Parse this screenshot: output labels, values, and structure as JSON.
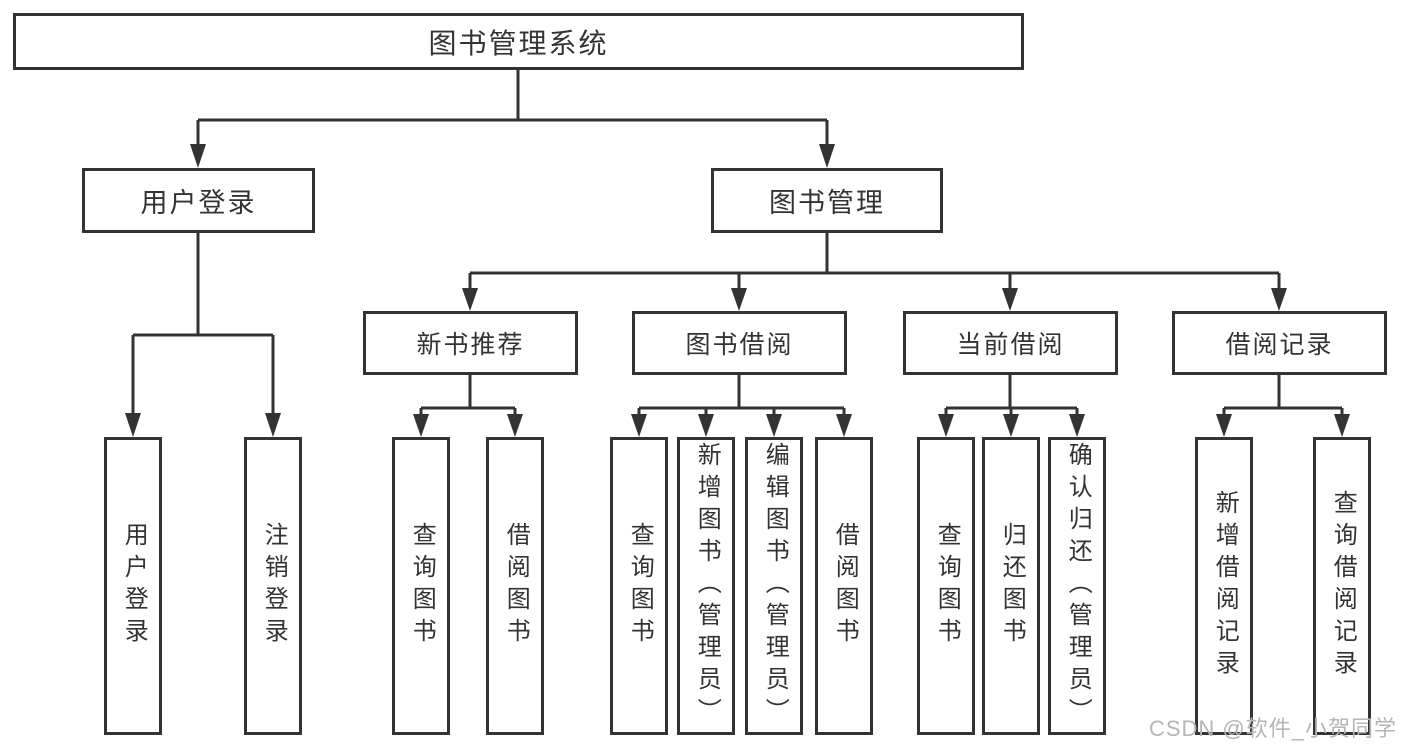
{
  "tree": {
    "label": "图书管理系统",
    "children": [
      {
        "label": "用户登录",
        "children": [
          {
            "label": "用户登录"
          },
          {
            "label": "注销登录"
          }
        ]
      },
      {
        "label": "图书管理",
        "children": [
          {
            "label": "新书推荐",
            "children": [
              {
                "label": "查询图书"
              },
              {
                "label": "借阅图书"
              }
            ]
          },
          {
            "label": "图书借阅",
            "children": [
              {
                "label": "查询图书"
              },
              {
                "label": "新增图书（管理员）"
              },
              {
                "label": "编辑图书（管理员）"
              },
              {
                "label": "借阅图书"
              }
            ]
          },
          {
            "label": "当前借阅",
            "children": [
              {
                "label": "查询图书"
              },
              {
                "label": "归还图书"
              },
              {
                "label": "确认归还（管理员）"
              }
            ]
          },
          {
            "label": "借阅记录",
            "children": [
              {
                "label": "新增借阅记录"
              },
              {
                "label": "查询借阅记录"
              }
            ]
          }
        ]
      }
    ]
  },
  "watermark": {
    "text": "CSDN @软件_小贺同学"
  },
  "colors": {
    "line": "#333333",
    "text": "#333333",
    "watermark": "#b5b5b5",
    "background": "#ffffff"
  }
}
